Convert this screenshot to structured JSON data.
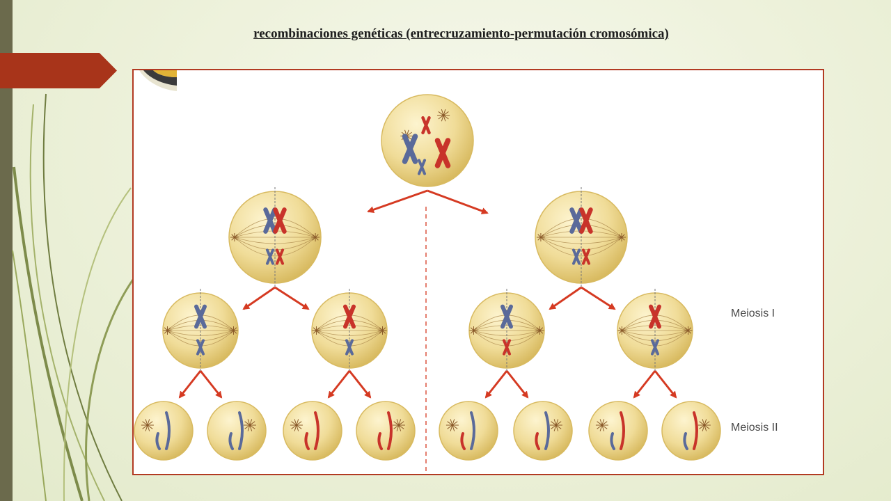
{
  "slide": {
    "title": "recombinaciones genéticas (entrecruzamiento-permutación cromosómica)"
  },
  "diagram": {
    "stage_labels": {
      "meiosis_1": "Meiosis I",
      "meiosis_2": "Meiosis II"
    },
    "colors": {
      "accent": "#a8341a",
      "frame_border": "#b23a22",
      "arrow": "#d53a22",
      "chromosome_red": "#c8332a",
      "chromosome_blue": "#5a6a9a",
      "cell_fill": "#f0dc98",
      "cell_edge": "#d8ba60"
    }
  }
}
